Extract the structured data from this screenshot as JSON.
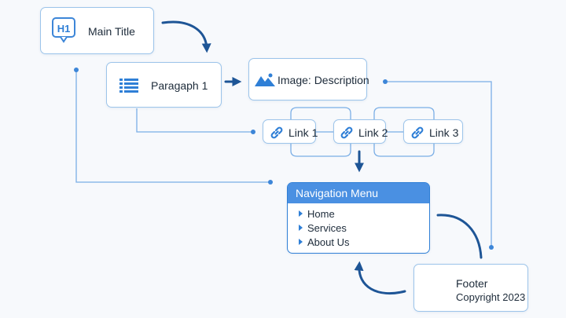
{
  "colors": {
    "accent": "#4a90e2",
    "arrow": "#1e5596",
    "connector": "#5b9be0",
    "border": "#9cc4ea"
  },
  "nodes": {
    "main_title": {
      "label": "Main Title",
      "icon": "h1-heading-icon",
      "icon_text": "H1"
    },
    "paragraph": {
      "label": "Paragaph 1",
      "icon": "list-icon"
    },
    "image": {
      "label": "Image: Description",
      "icon": "image-mountain-icon"
    },
    "links": [
      {
        "label": "Link 1",
        "icon": "link-icon"
      },
      {
        "label": "Link 2",
        "icon": "link-icon"
      },
      {
        "label": "Link 3",
        "icon": "link-icon"
      }
    ],
    "nav_menu": {
      "title": "Navigation Menu",
      "items": [
        "Home",
        "Services",
        "About Us"
      ]
    },
    "footer": {
      "line1": "Footer",
      "line2": "Copyright 2023"
    }
  }
}
